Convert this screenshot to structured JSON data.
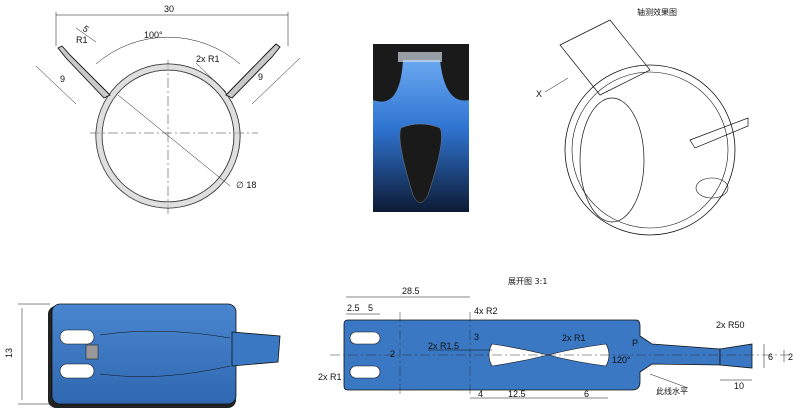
{
  "views": {
    "top_view": {
      "labels": {
        "overall_width": "30",
        "leg_offset": "5",
        "tip_radius": "R1",
        "bend_angle": "100°",
        "bend_radius": "2x R1",
        "leg_length_left": "9",
        "leg_length_right": "9",
        "diameter": "∅ 18"
      }
    },
    "iso_view": {
      "title": "轴测效果图",
      "marker": "X"
    },
    "front_view": {
      "labels": {
        "height": "13"
      }
    },
    "flat_pattern": {
      "title": "展开图 3:1",
      "labels": {
        "length_28_5": "28.5",
        "dim_2_5": "2.5",
        "dim_5": "5",
        "slot_radius": "4x R2",
        "dim_3": "3",
        "dim_2": "2",
        "hole_radius_1_5": "2x R1.5",
        "hole_radius_1": "2x R1",
        "corner_radius": "2x R1",
        "dim_4": "4",
        "dim_12_5": "12.5",
        "dim_6_bottom": "6",
        "angle_120": "120°",
        "point_p": "P",
        "tail_radius": "2x R50",
        "tail_width_6": "6",
        "tail_width_2": "2",
        "tail_length_10": "10",
        "note": "此线水平"
      }
    }
  },
  "colors": {
    "part_blue": "#3b78c4",
    "part_dark": "#1f4f8e",
    "outline": "#111111",
    "shadow": "#2a2a2a"
  }
}
